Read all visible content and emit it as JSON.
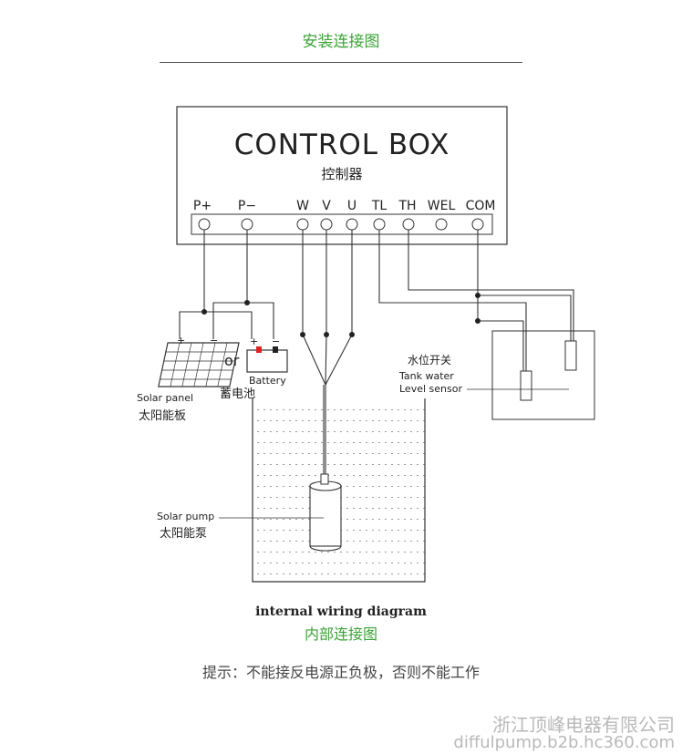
{
  "header": {
    "title": "安装连接图",
    "title_color": "#3aa435"
  },
  "control_box": {
    "title": "CONTROL BOX",
    "subtitle": "控制器",
    "terminals": [
      {
        "id": "p-plus",
        "label": "P+"
      },
      {
        "id": "p-minus",
        "label": "P−"
      },
      {
        "id": "w",
        "label": "W"
      },
      {
        "id": "v",
        "label": "V"
      },
      {
        "id": "u",
        "label": "U"
      },
      {
        "id": "tl",
        "label": "TL"
      },
      {
        "id": "th",
        "label": "TH"
      },
      {
        "id": "wel",
        "label": "WEL"
      },
      {
        "id": "com",
        "label": "COM"
      }
    ]
  },
  "solar_panel": {
    "label_en": "Solar panel",
    "label_cn": "太阳能板",
    "plus": "+",
    "minus": "−"
  },
  "or_text": "or",
  "battery": {
    "label_en": "Battery",
    "label_cn": "蓄电池",
    "plus": "+",
    "minus": "−",
    "plus_color": "#e02020"
  },
  "sensor": {
    "label_cn": "水位开关",
    "label_en_1": "Tank water",
    "label_en_2": "Level sensor"
  },
  "pump": {
    "label_en": "Solar pump",
    "label_cn": "太阳能泵"
  },
  "caption": {
    "en": "internal wiring diagram",
    "cn": "内部连接图",
    "cn_color": "#3aa435"
  },
  "note": "提示：不能接反电源正负极，否则不能工作",
  "watermark": {
    "line1": "浙江顶峰电器有限公司",
    "line2": "diffulpump.b2b.hc360.com"
  }
}
